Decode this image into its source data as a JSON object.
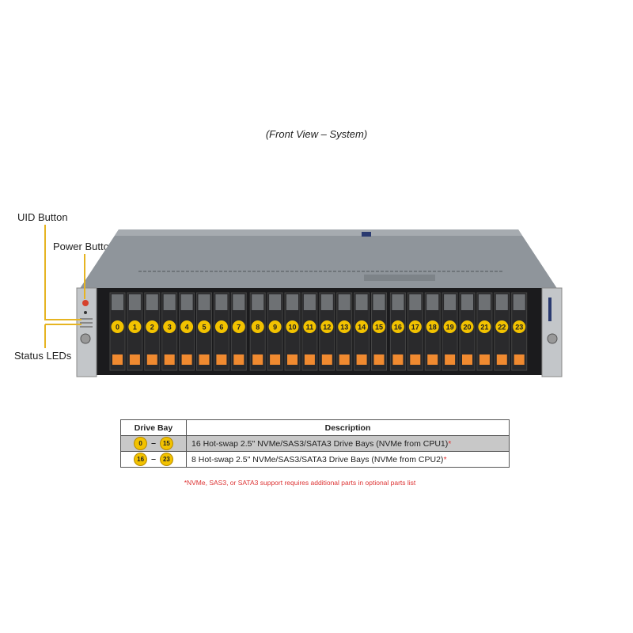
{
  "caption": "(Front View – System)",
  "labels": {
    "uid": "UID Button",
    "power": "Power Button",
    "status": "Status LEDs"
  },
  "bays": [
    "0",
    "1",
    "2",
    "3",
    "4",
    "5",
    "6",
    "7",
    "8",
    "9",
    "10",
    "11",
    "12",
    "13",
    "14",
    "15",
    "16",
    "17",
    "18",
    "19",
    "20",
    "21",
    "22",
    "23"
  ],
  "table": {
    "headers": [
      "Drive Bay",
      "Description"
    ],
    "rows": [
      {
        "from": "0",
        "to": "15",
        "desc": "16 Hot-swap 2.5\" NVMe/SAS3/SATA3 Drive Bays (NVMe from CPU1)",
        "mark": "*"
      },
      {
        "from": "16",
        "to": "23",
        "desc": "8 Hot-swap 2.5\" NVMe/SAS3/SATA3 Drive Bays (NVMe from CPU2)",
        "mark": "*"
      }
    ],
    "dash": "–"
  },
  "note": "*NVMe, SAS3, or SATA3 support requires additional parts in optional parts list",
  "colors": {
    "badge": "#f2c200",
    "tab": "#f08a30",
    "line": "#e6b422",
    "note": "#dd3333"
  }
}
